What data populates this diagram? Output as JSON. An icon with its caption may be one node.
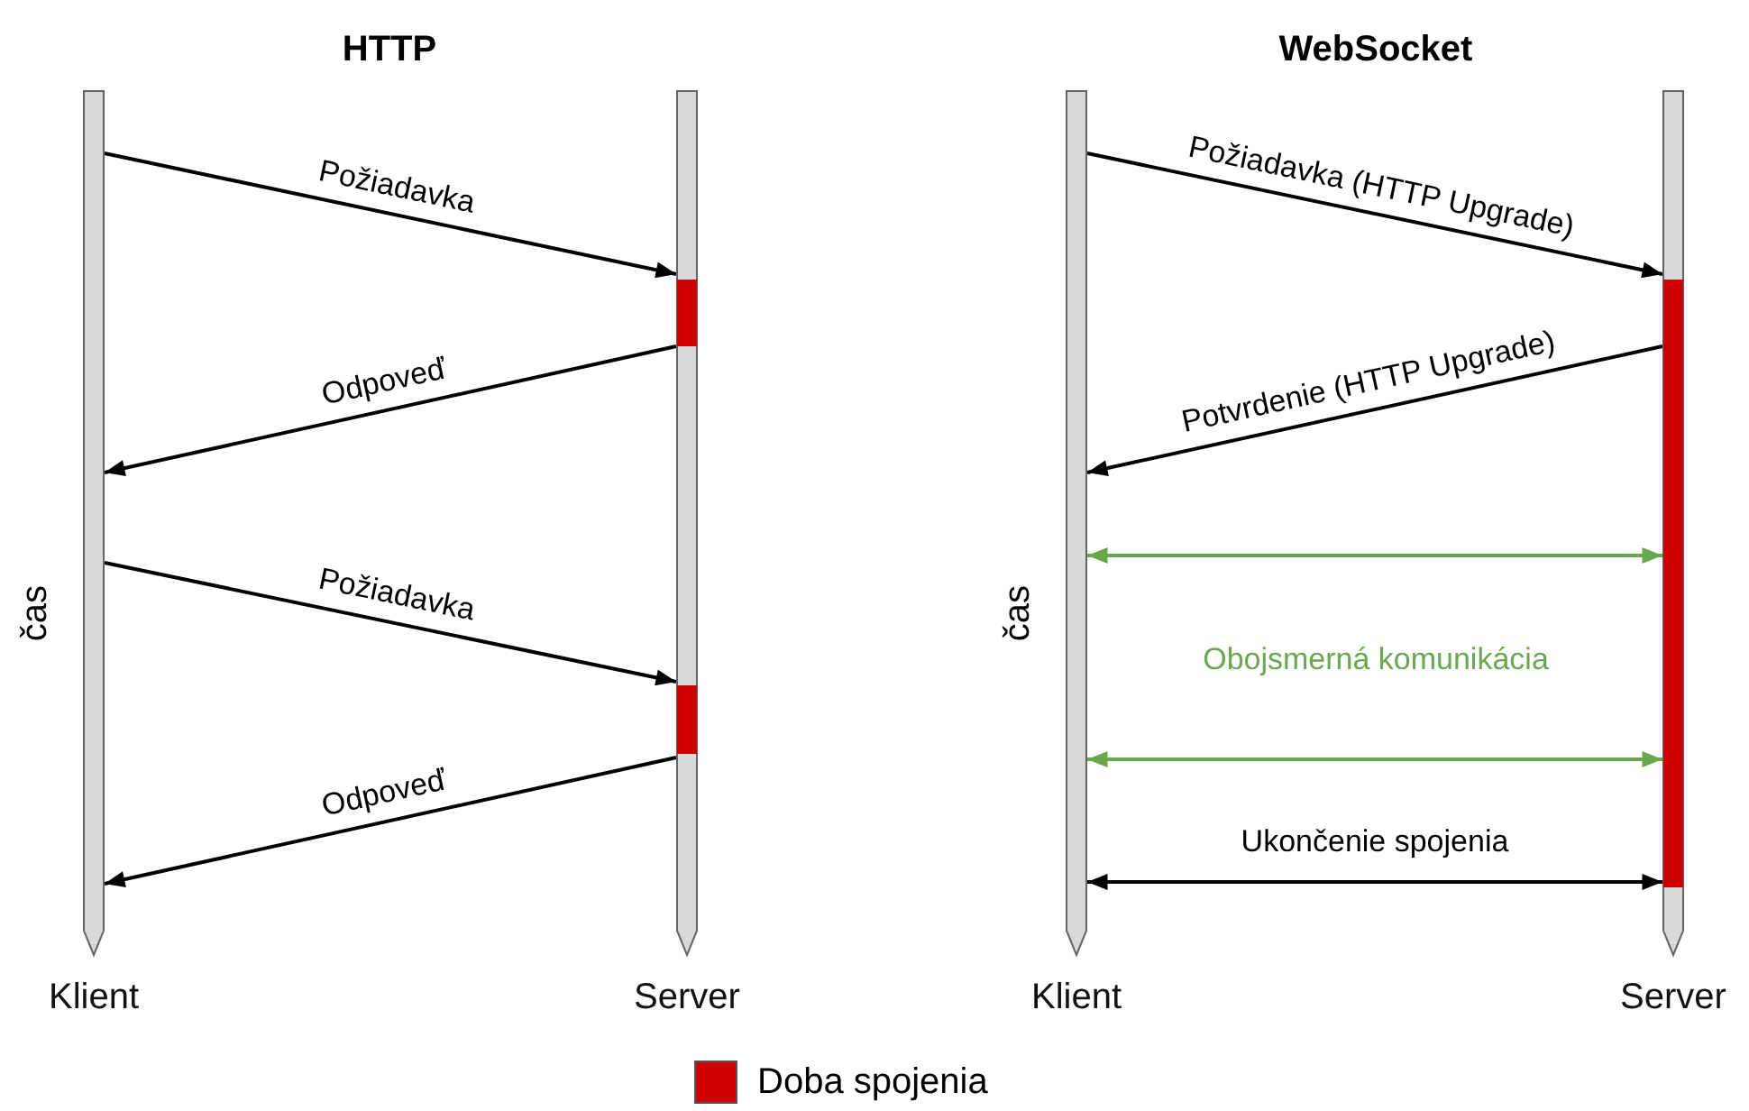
{
  "diagram": {
    "nodes": [
      {
        "text": [
          "Klient"
        ]
      },
      {
        "text": [
          "Server"
        ]
      },
      {
        "text": [
          "Klient"
        ]
      },
      {
        "text": [
          "Server"
        ]
      }
    ],
    "edges": [
      {
        "from": 0,
        "to": 1,
        "arrow": "to",
        "label": "Požiadavka"
      },
      {
        "from": 1,
        "to": 0,
        "arrow": "to",
        "label": "Odpoveď"
      },
      {
        "from": 0,
        "to": 1,
        "arrow": "to",
        "label": "Požiadavka"
      },
      {
        "from": 1,
        "to": 0,
        "arrow": "to",
        "label": "Odpoveď"
      },
      {
        "from": 2,
        "to": 3,
        "arrow": "to",
        "label": "Požiadavka (HTTP Upgrade)"
      },
      {
        "from": 3,
        "to": 2,
        "arrow": "to",
        "label": "Potvrdenie (HTTP Upgrade)"
      },
      {
        "from": 2,
        "to": 3,
        "arrow": "both",
        "color": "#6aa84f"
      },
      {
        "from": 2,
        "to": 3,
        "arrow": "both",
        "color": "#6aa84f"
      },
      {
        "from": 2,
        "to": 3,
        "arrow": "both",
        "label": "Ukončenie spojenia"
      }
    ],
    "labels": [
      "HTTP",
      "WebSocket",
      "čas",
      "čas",
      "Obojsmerná komunikácia"
    ],
    "legend": [
      {
        "text": "Doba spojenia",
        "color": "#cc0000"
      }
    ]
  }
}
